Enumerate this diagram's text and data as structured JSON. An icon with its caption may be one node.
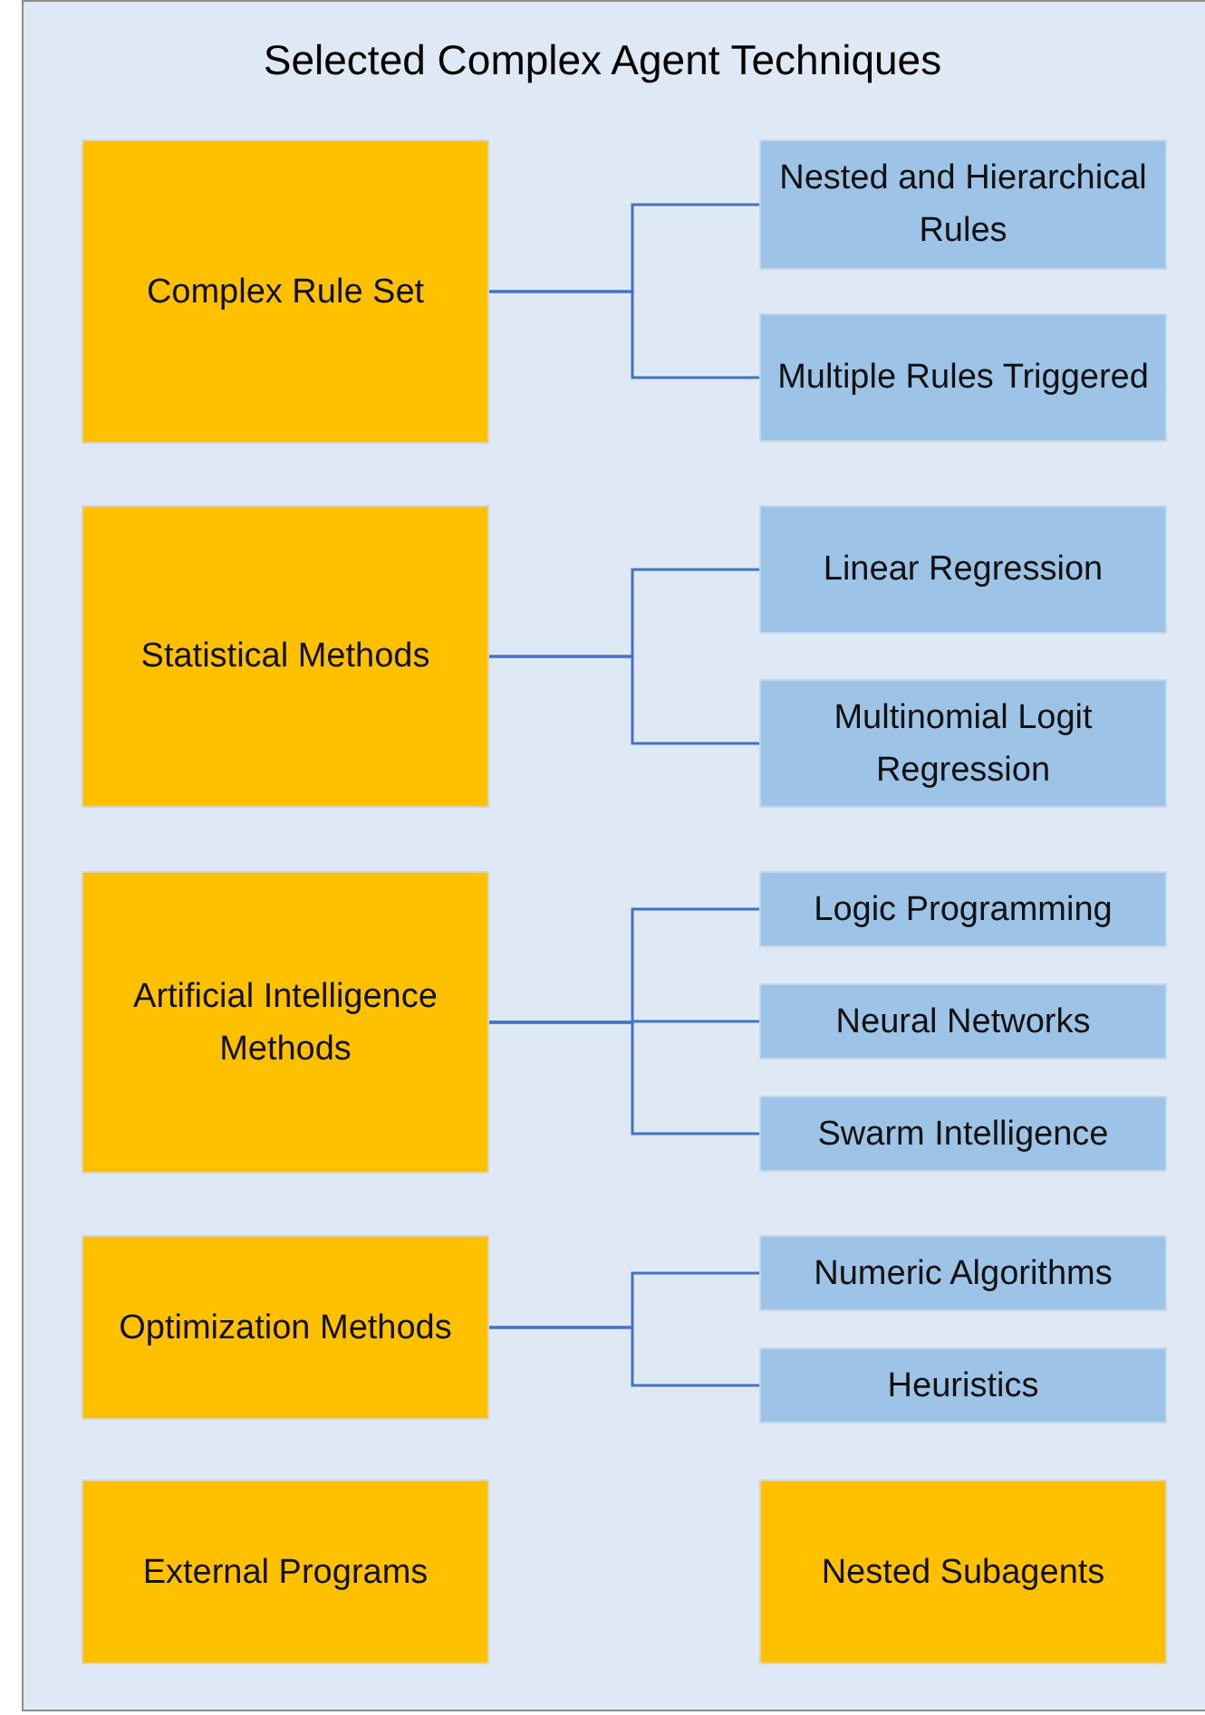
{
  "diagram": {
    "title": "Selected Complex Agent Techniques",
    "nodes": [
      {
        "text": [
          "Complex Rule Set"
        ]
      },
      {
        "text": [
          "Nested and Hierarchical Rules"
        ]
      },
      {
        "text": [
          "Multiple Rules Triggered"
        ]
      },
      {
        "text": [
          "Statistical Methods"
        ]
      },
      {
        "text": [
          "Linear Regression"
        ]
      },
      {
        "text": [
          "Multinomial Logit Regression"
        ]
      },
      {
        "text": [
          "Artificial Intelligence Methods"
        ]
      },
      {
        "text": [
          "Logic Programming"
        ]
      },
      {
        "text": [
          "Neural Networks"
        ]
      },
      {
        "text": [
          "Swarm Intelligence"
        ]
      },
      {
        "text": [
          "Optimization Methods"
        ]
      },
      {
        "text": [
          "Numeric Algorithms"
        ]
      },
      {
        "text": [
          "Heuristics"
        ]
      },
      {
        "text": [
          "External Programs"
        ]
      },
      {
        "text": [
          "Nested Subagents"
        ]
      }
    ],
    "edges": [
      {
        "from": 0,
        "to": 1,
        "arrow": "none"
      },
      {
        "from": 0,
        "to": 2,
        "arrow": "none"
      },
      {
        "from": 3,
        "to": 4,
        "arrow": "none"
      },
      {
        "from": 3,
        "to": 5,
        "arrow": "none"
      },
      {
        "from": 6,
        "to": 7,
        "arrow": "none"
      },
      {
        "from": 6,
        "to": 8,
        "arrow": "none"
      },
      {
        "from": 6,
        "to": 9,
        "arrow": "none"
      },
      {
        "from": 10,
        "to": 11,
        "arrow": "none"
      },
      {
        "from": 10,
        "to": 12,
        "arrow": "none"
      }
    ]
  }
}
